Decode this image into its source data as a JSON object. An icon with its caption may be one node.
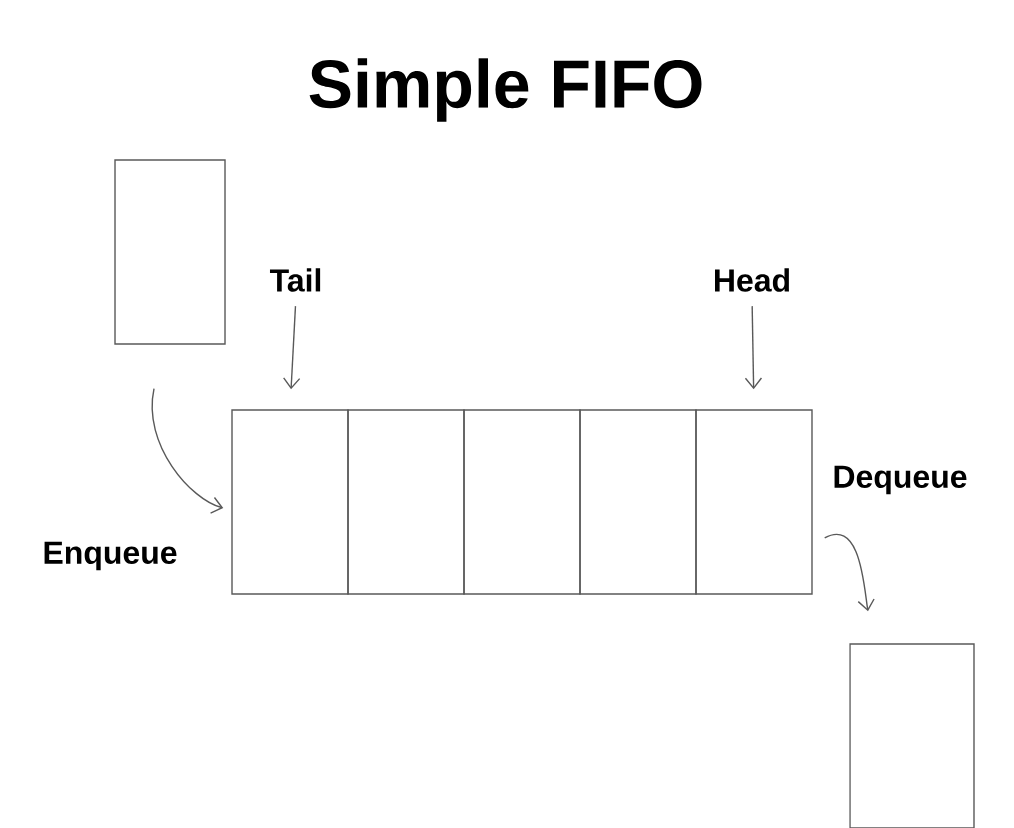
{
  "diagram": {
    "title": "Simple FIFO",
    "nodes": [
      {
        "text": [],
        "shape": "box"
      },
      {
        "text": [
          "Tail"
        ]
      },
      {
        "text": [
          "Head"
        ]
      },
      {
        "text": [],
        "shape": "box"
      },
      {
        "text": [],
        "shape": "box"
      },
      {
        "text": [],
        "shape": "box"
      },
      {
        "text": [],
        "shape": "box"
      },
      {
        "text": [],
        "shape": "box"
      },
      {
        "text": [],
        "shape": "box"
      }
    ],
    "edges": [
      {
        "from": 1,
        "to": 3,
        "arrow": "to"
      },
      {
        "from": 2,
        "to": 7,
        "arrow": "to"
      },
      {
        "from": 0,
        "to": 3,
        "arrow": "to",
        "label": "Enqueue"
      },
      {
        "from": 7,
        "to": 8,
        "arrow": "to",
        "label": "Dequeue"
      }
    ]
  }
}
